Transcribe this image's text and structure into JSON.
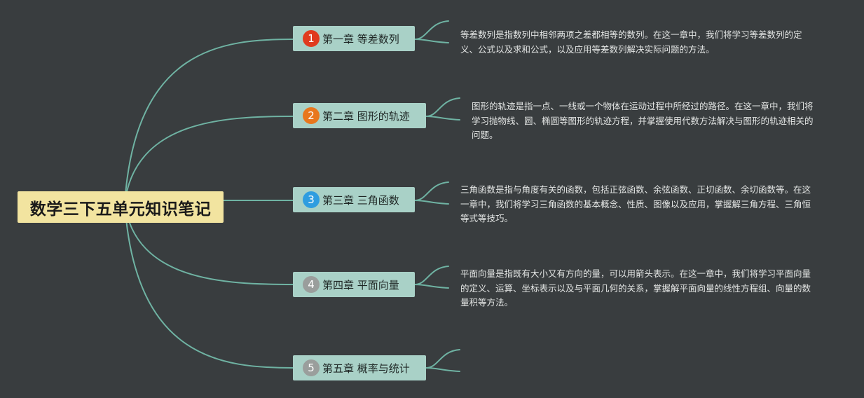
{
  "root": {
    "title": "数学三下五单元知识笔记"
  },
  "branches": [
    {
      "num": "1",
      "title": "第一章 等差数列",
      "badge_color": "#e03a1e",
      "desc": "等差数列是指数列中相邻两项之差都相等的数列。在这一章中，我们将学习等差数列的定义、公式以及求和公式，以及应用等差数列解决实际问题的方法。"
    },
    {
      "num": "2",
      "title": "第二章 图形的轨迹",
      "badge_color": "#e8771d",
      "desc": "图形的轨迹是指一点、一线或一个物体在运动过程中所经过的路径。在这一章中，我们将学习抛物线、圆、椭圆等图形的轨迹方程，并掌握使用代数方法解决与图形的轨迹相关的问题。"
    },
    {
      "num": "3",
      "title": "第三章 三角函数",
      "badge_color": "#2f9de0",
      "desc": "三角函数是指与角度有关的函数，包括正弦函数、余弦函数、正切函数、余切函数等。在这一章中，我们将学习三角函数的基本概念、性质、图像以及应用，掌握解三角方程、三角恒等式等技巧。"
    },
    {
      "num": "4",
      "title": "第四章 平面向量",
      "badge_color": "#9a9e9c",
      "desc": "平面向量是指既有大小又有方向的量，可以用箭头表示。在这一章中，我们将学习平面向量的定义、运算、坐标表示以及与平面几何的关系，掌握解平面向量的线性方程组、向量的数量积等方法。"
    },
    {
      "num": "5",
      "title": "第五章 概率与统计",
      "badge_color": "#9a9e9c",
      "desc": ""
    }
  ],
  "colors": {
    "background": "#393d3f",
    "line": "#6fb3a3",
    "root_fill": "#f2e4a0",
    "branch_fill": "#a9d1c7",
    "desc_text": "#e4e6e5"
  }
}
